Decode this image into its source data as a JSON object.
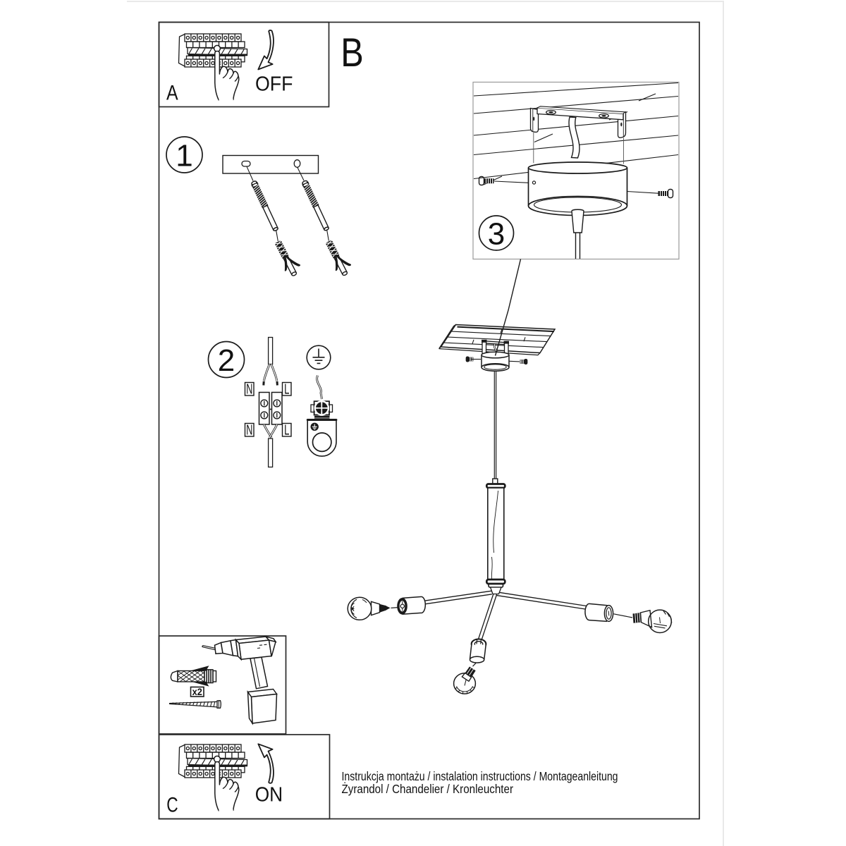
{
  "document_type": "installation-instruction-sheet",
  "colors": {
    "background": "#ffffff",
    "line": "#1a1a1a",
    "sheet_edge": "#e9e9e9",
    "step3_box_border": "#9a9a9a"
  },
  "panels": {
    "panel_a_label": "A",
    "panel_b_label": "B",
    "panel_c_label": "C",
    "power_off": "OFF",
    "power_on": "ON"
  },
  "steps": {
    "step1": "1",
    "step2": "2",
    "step3": "3"
  },
  "wiring": {
    "neutral": "N",
    "live": "L"
  },
  "tools": {
    "anchor_quantity": "x2"
  },
  "footer": {
    "line1": "Instrukcja montażu / instalation instructions / Montageanleitung",
    "line2": "Żyrandol / Chandelier / Kronleuchter"
  }
}
